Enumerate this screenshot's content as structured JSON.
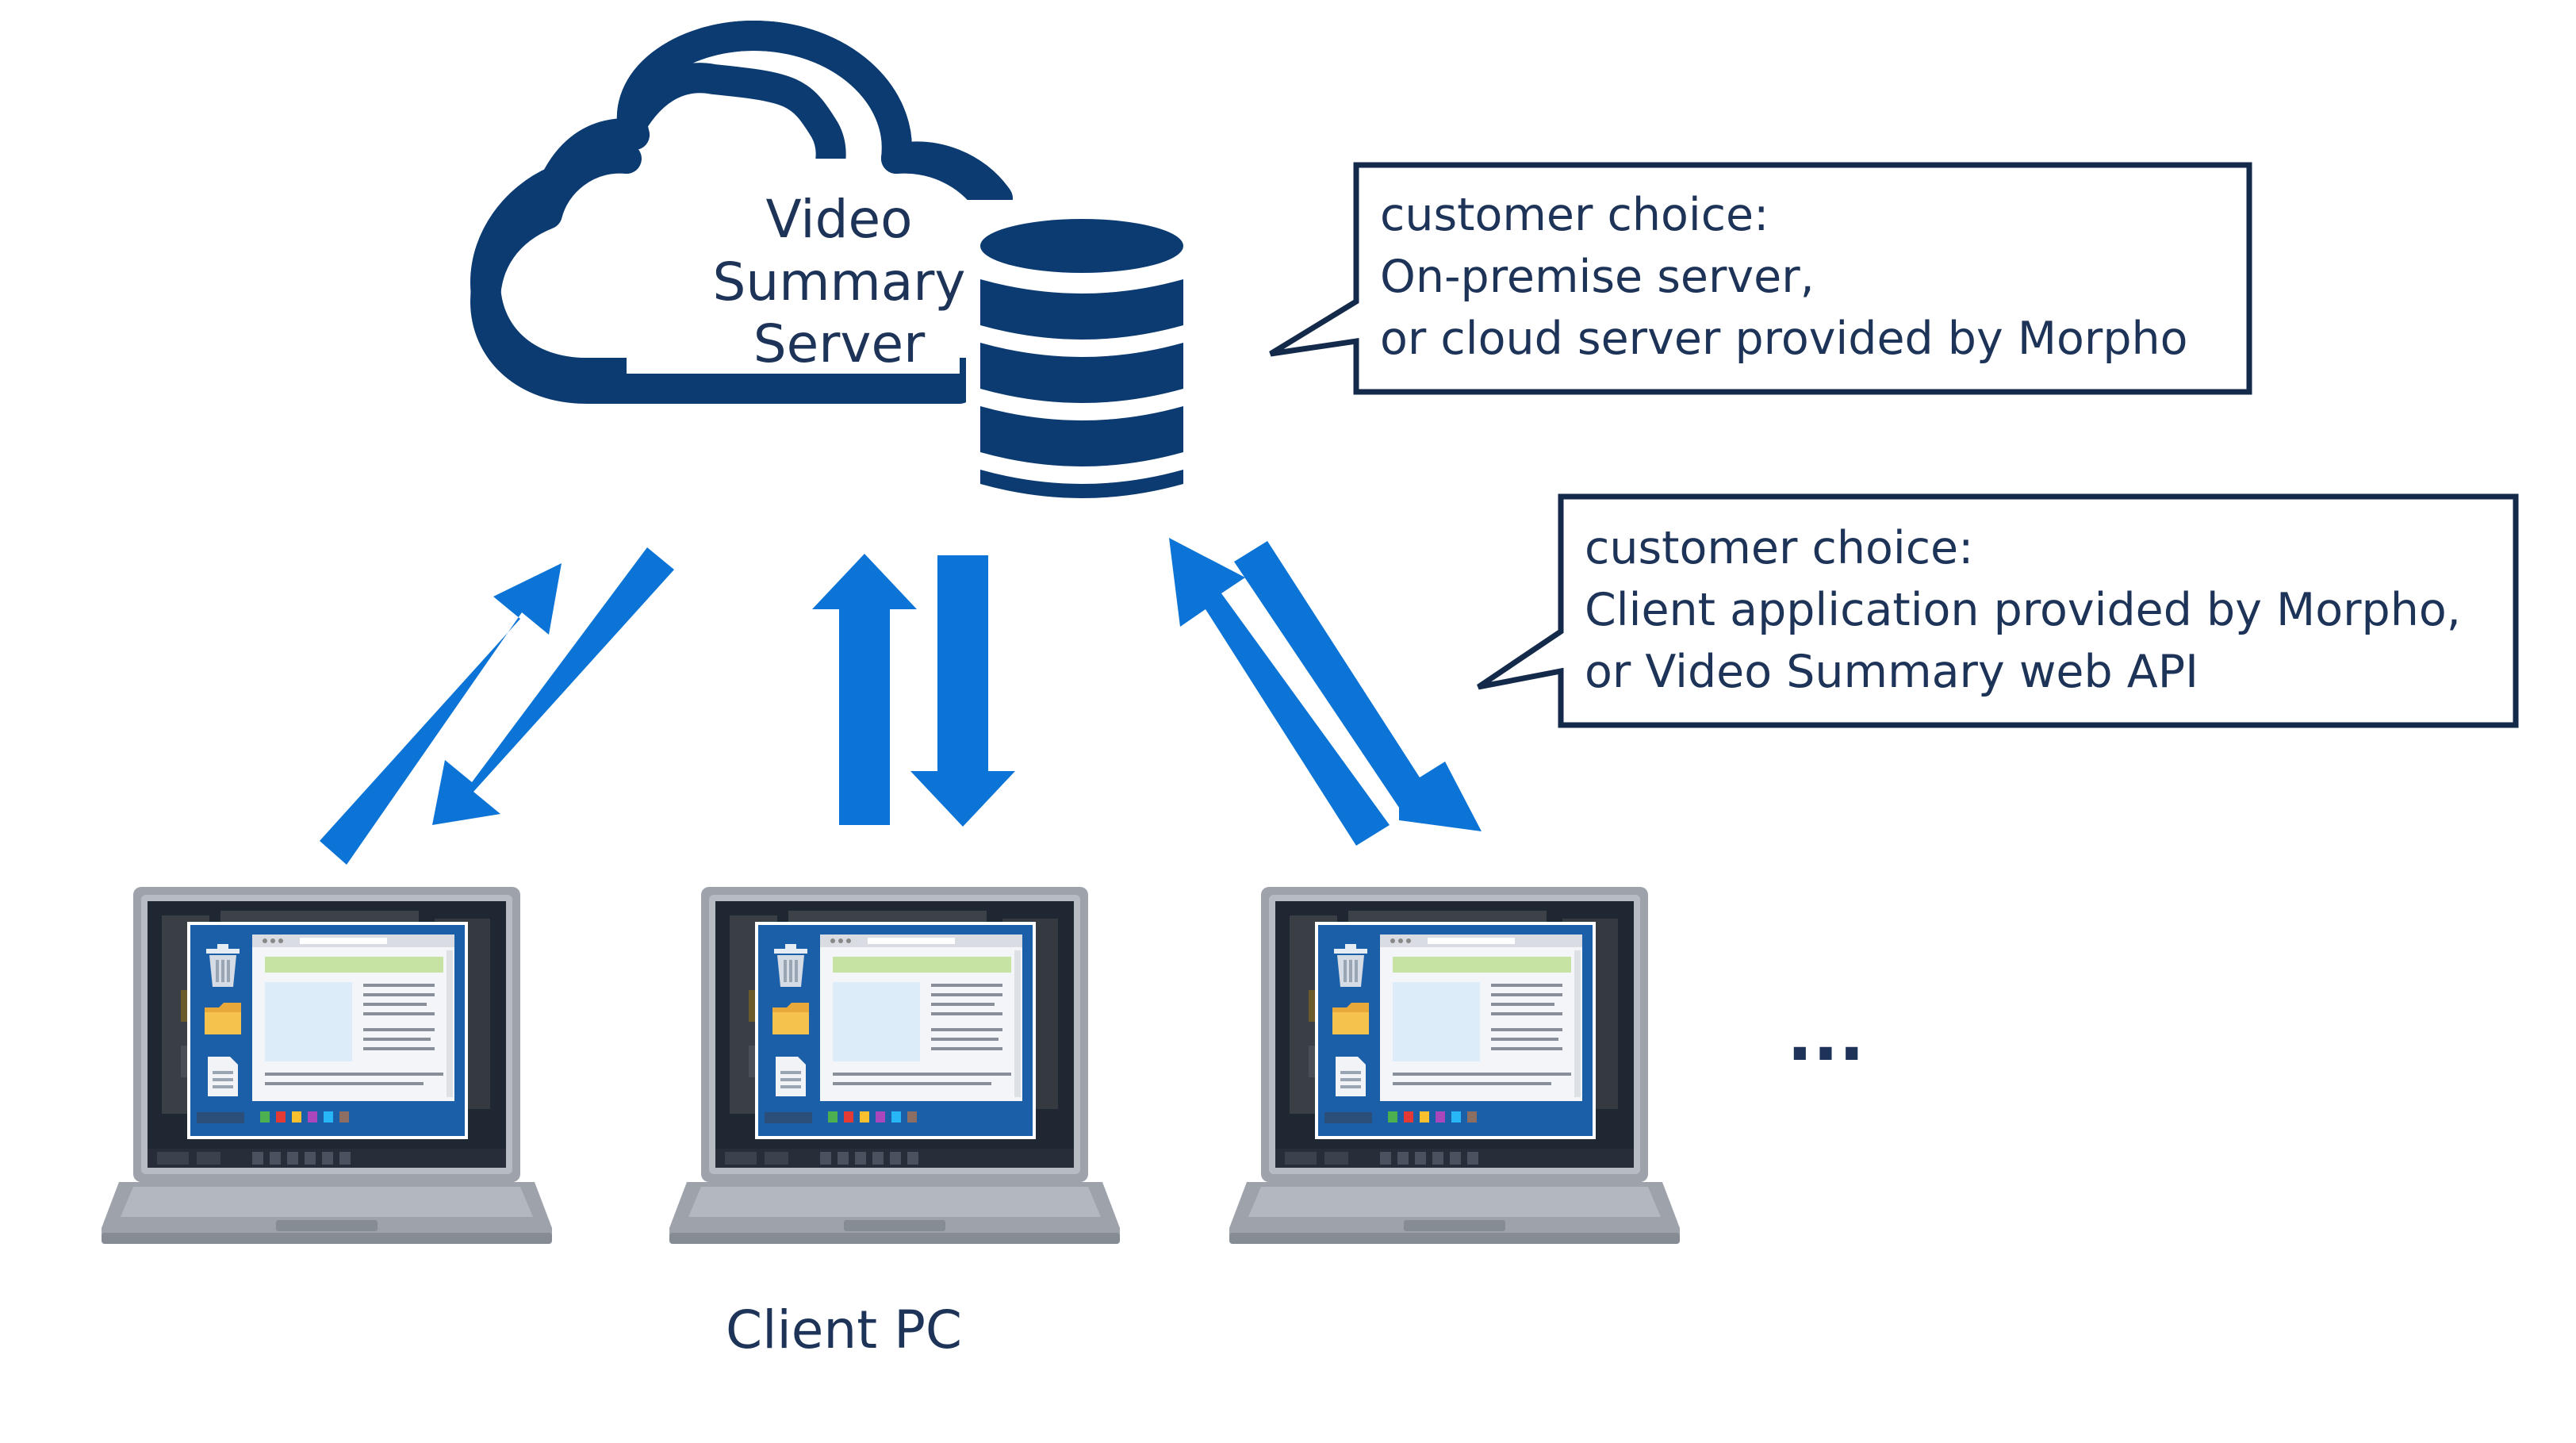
{
  "server": {
    "line1": "Video",
    "line2": "Summary",
    "line3": "Server"
  },
  "callout_server": {
    "line1": "customer choice:",
    "line2": "On-premise server,",
    "line3": "or cloud server provided by Morpho"
  },
  "callout_client": {
    "line1": "customer choice:",
    "line2": "Client application provided by Morpho,",
    "line3": "or Video Summary web API"
  },
  "client_label": "Client PC",
  "more_indicator": "...",
  "colors": {
    "navy": "#0c3b72",
    "arrow_blue": "#0b74d6",
    "text_navy": "#1d3458",
    "callout_border": "#142a4a",
    "laptop_gray": "#9ea3ab",
    "screen_dark": "#1f2733",
    "desktop_blue": "#1a5fa8"
  },
  "icons": [
    "cloud-icon",
    "database-icon",
    "laptop-icon",
    "folder-icon",
    "trash-icon",
    "document-icon"
  ]
}
